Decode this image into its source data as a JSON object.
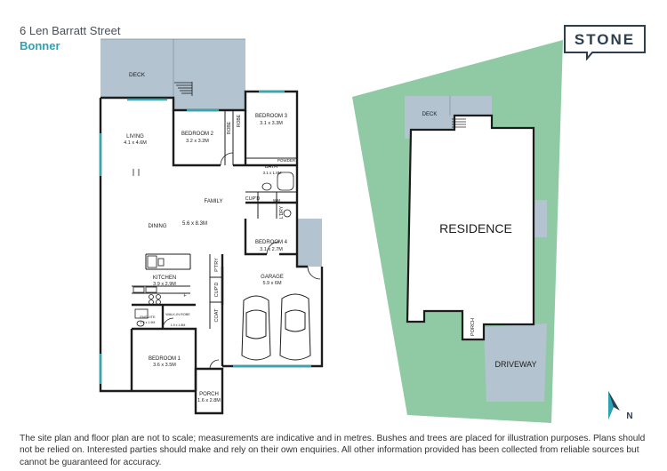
{
  "header": {
    "address": "6 Len Barratt Street",
    "suburb": "Bonner"
  },
  "logo": {
    "text": "STONE"
  },
  "floor_plan": {
    "rooms": [
      {
        "key": "deck",
        "name": "DECK",
        "size": ""
      },
      {
        "key": "living",
        "name": "LIVING",
        "size": "4.1 x 4.6M"
      },
      {
        "key": "bed2",
        "name": "BEDROOM 2",
        "size": "3.2 x 3.2M"
      },
      {
        "key": "bed3",
        "name": "BEDROOM 3",
        "size": "3.1 x 3.3M"
      },
      {
        "key": "bath",
        "name": "BATH",
        "size": "3.1 x 1.8M"
      },
      {
        "key": "family",
        "name": "FAMILY",
        "size": "5.6 x 8.3M"
      },
      {
        "key": "dining",
        "name": "DINING",
        "size": ""
      },
      {
        "key": "bed4",
        "name": "BEDROOM 4",
        "size": "3.1 x 2.7M"
      },
      {
        "key": "kitchen",
        "name": "KITCHEN",
        "size": "3.9 x 2.9M"
      },
      {
        "key": "garage",
        "name": "GARAGE",
        "size": "5.9 x 6M"
      },
      {
        "key": "ensuite",
        "name": "ENSUITE",
        "size": "1.6 x 1.9M"
      },
      {
        "key": "wir",
        "name": "WALK-IN ROBE",
        "size": "1.9 x 1.8M"
      },
      {
        "key": "bed1",
        "name": "BEDROOM 1",
        "size": "3.6 x 3.5M"
      },
      {
        "key": "porch",
        "name": "PORCH",
        "size": "1.6 x 2.8M"
      }
    ],
    "small_labels": {
      "robe1": "ROBE",
      "robe2": "ROBE",
      "powder": "POWDER",
      "cupd1": "CUP'D",
      "wm": "WM",
      "ldry": "L'DRY",
      "ptry": "P'TRY",
      "cupd2": "CUP'D",
      "coat": "COAT",
      "fridge": "F"
    }
  },
  "site_plan": {
    "residence": "RESIDENCE",
    "deck": "DECK",
    "porch": "PORCH",
    "driveway": "DRIVEWAY",
    "north": "N"
  },
  "colors": {
    "accent": "#2aa3b5",
    "deck": "#b3c3cf",
    "lawn": "#8fcaa5",
    "driveway": "#b3c3cf",
    "wall": "#1c1c1c",
    "window": "#35a8ad"
  },
  "footer": {
    "disclaimer": "The site plan and floor plan are not to scale; measurements are indicative and in metres. Bushes and trees are placed for illustration purposes. Plans should not be relied on. Interested parties should make and rely on their own enquiries. All other information provided has been collected from reliable sources but cannot be guaranteed for accuracy."
  }
}
